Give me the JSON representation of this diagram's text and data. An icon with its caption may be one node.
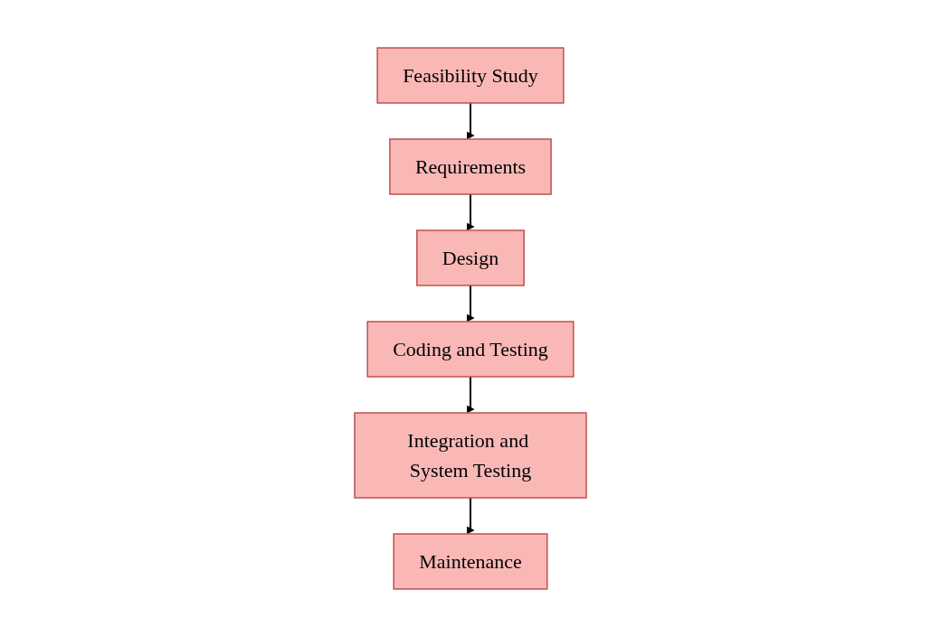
{
  "diagram": {
    "nodes": [
      {
        "text": [
          "Feasibility Study"
        ]
      },
      {
        "text": [
          "Requirements"
        ]
      },
      {
        "text": [
          "Design"
        ]
      },
      {
        "text": [
          "Coding and Testing"
        ]
      },
      {
        "text": [
          "Integration and System Testing"
        ]
      },
      {
        "text": [
          "Maintenance"
        ]
      }
    ],
    "edges": [
      {
        "from": 0,
        "to": 1,
        "arrow": "to"
      },
      {
        "from": 1,
        "to": 2,
        "arrow": "to"
      },
      {
        "from": 2,
        "to": 3,
        "arrow": "to"
      },
      {
        "from": 3,
        "to": 4,
        "arrow": "to"
      },
      {
        "from": 4,
        "to": 5,
        "arrow": "to"
      }
    ]
  }
}
